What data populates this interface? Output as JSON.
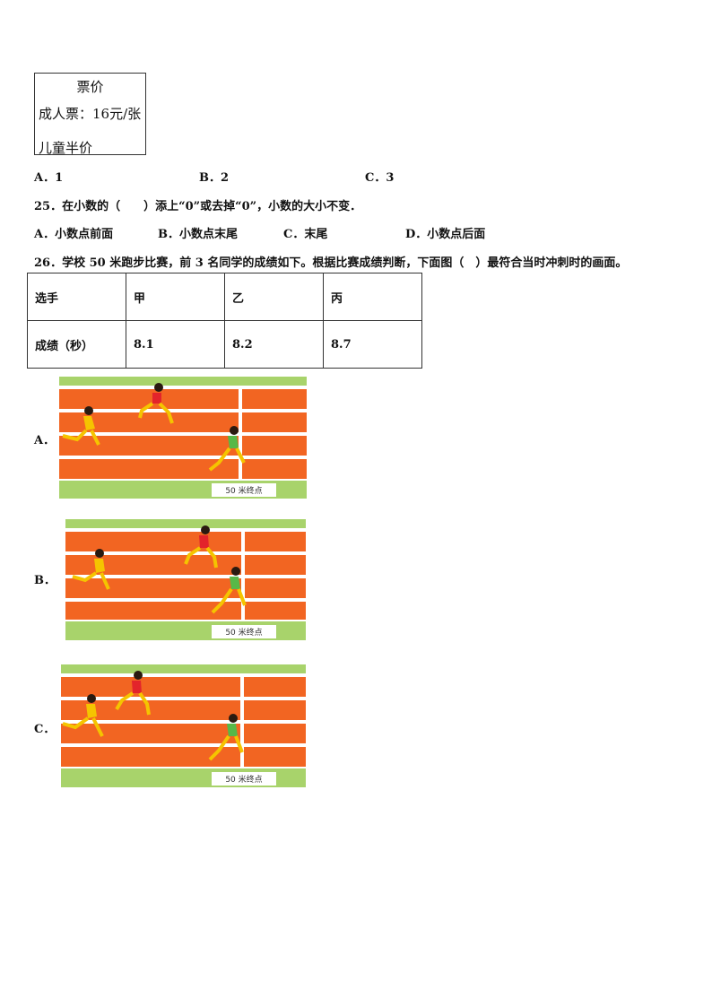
{
  "price_box": {
    "title": "票价",
    "adult": "成人票：16元/张",
    "child": "儿童半价"
  },
  "q24_options": [
    "A．1",
    "B．2",
    "C．3"
  ],
  "q25": {
    "question": "25．在小数的（　　）添上“0”或去掉“0”，小数的大小不变．",
    "options": [
      "A．小数点前面",
      "B．小数点末尾",
      "C．末尾",
      "D．小数点后面"
    ]
  },
  "q26": {
    "question": "26．学校 50 米跑步比赛，前 3 名同学的成绩如下。根据比赛成绩判断，下面图（　）最符合当时冲刺时的画面。",
    "table": {
      "row1": [
        "选手",
        "甲",
        "乙",
        "丙"
      ],
      "row2": [
        "成绩（秒）",
        "8.1",
        "8.2",
        "8.7"
      ]
    },
    "images": [
      {
        "label": "A．",
        "finish_text": "50 米终点"
      },
      {
        "label": "B．",
        "finish_text": "50 米终点"
      },
      {
        "label": "C．",
        "finish_text": "50 米终点"
      }
    ]
  },
  "colors": {
    "track_orange": "#f26522",
    "grass_green": "#a8d36b",
    "runner_yellow": "#f5c400",
    "runner_red": "#e3242b",
    "runner_green": "#57b848"
  }
}
